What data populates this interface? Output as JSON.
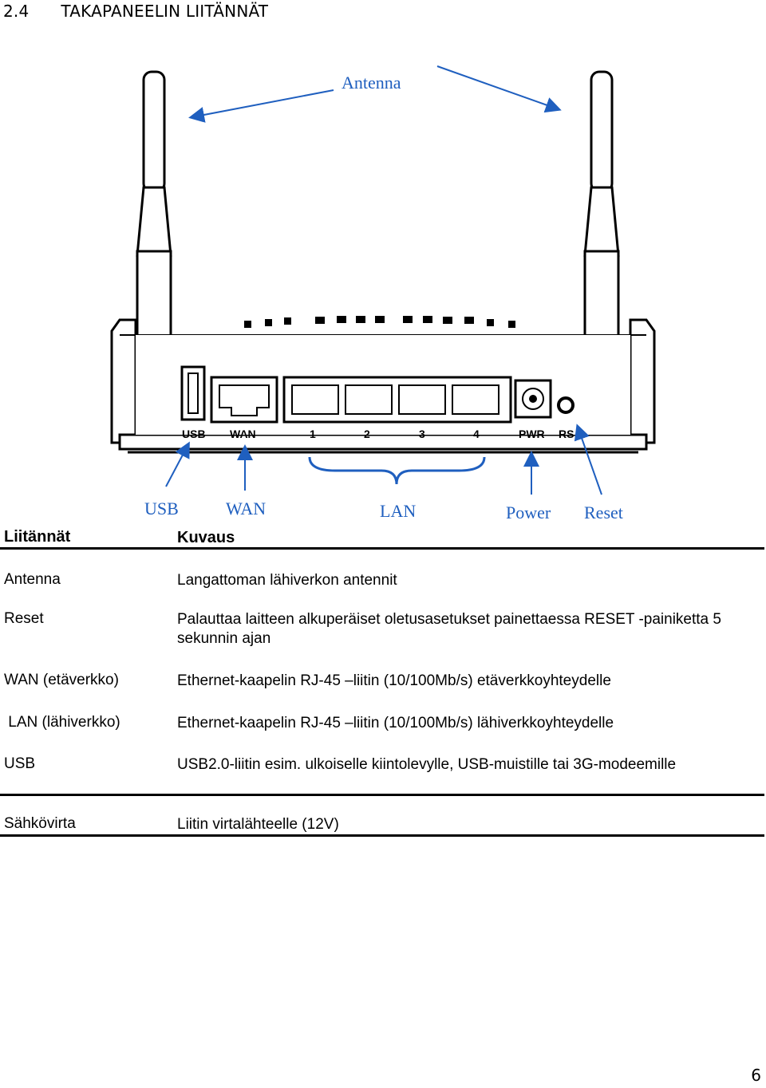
{
  "section": {
    "number": "2.4",
    "title": "TAKAPANEELIN LIITÄNNÄT"
  },
  "diagram": {
    "callouts": {
      "antenna": "Antenna",
      "usb": "USB",
      "wan": "WAN",
      "lan": "LAN",
      "power": "Power",
      "reset": "Reset"
    },
    "ports": {
      "usb": "USB",
      "wan": "WAN",
      "lan1": "1",
      "lan2": "2",
      "lan3": "3",
      "lan4": "4",
      "pwr": "PWR",
      "rs": "RS"
    }
  },
  "table": {
    "headers": {
      "connectors": "Liitännät",
      "description": "Kuvaus"
    },
    "rows": [
      {
        "name": "Antenna",
        "desc": "Langattoman lähiverkon antennit"
      },
      {
        "name": "Reset",
        "desc": "Palauttaa laitteen alkuperäiset oletusasetukset painettaessa RESET -painiketta 5 sekunnin ajan"
      },
      {
        "name": "WAN (etäverkko)",
        "desc": "Ethernet-kaapelin RJ-45 –liitin (10/100Mb/s) etäverkkoyhteydelle"
      },
      {
        "name": " LAN (lähiverkko)",
        "desc": "Ethernet-kaapelin RJ-45 –liitin (10/100Mb/s) lähiverkkoyhteydelle"
      },
      {
        "name": "USB",
        "desc": "USB2.0-liitin esim. ulkoiselle kiintolevylle, USB-muistille tai 3G-modeemille"
      },
      {
        "name": "Sähkövirta",
        "desc": "Liitin virtalähteelle (12V)"
      }
    ]
  },
  "page_number": "6"
}
